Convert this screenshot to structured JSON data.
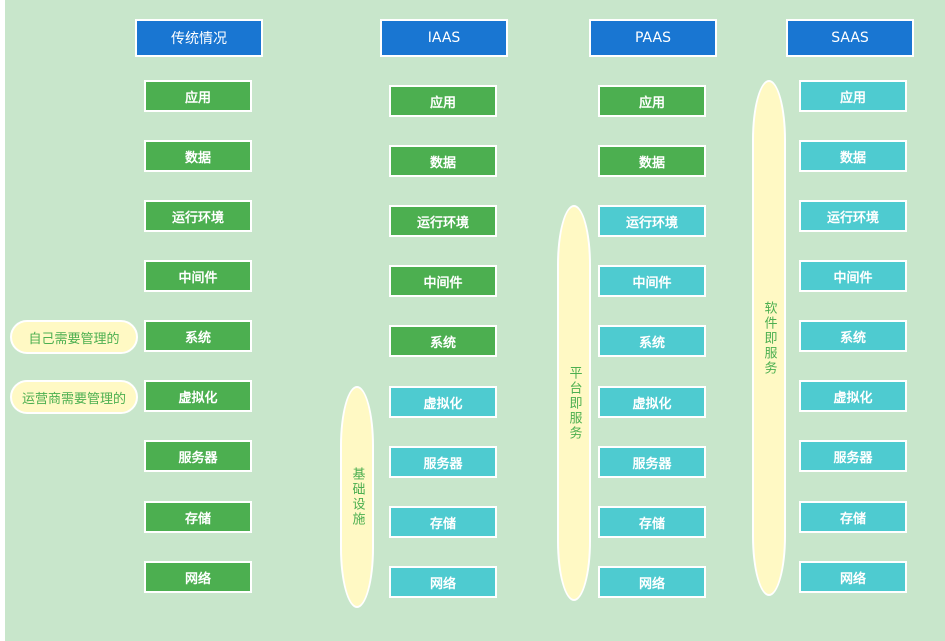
{
  "headers": {
    "traditional": "传统情况",
    "iaas": "IAAS",
    "paas": "PAAS",
    "saas": "SAAS"
  },
  "layers": [
    "应用",
    "数据",
    "运行环境",
    "中间件",
    "系统",
    "虚拟化",
    "服务器",
    "存储",
    "网络"
  ],
  "side_labels": {
    "self_managed": "自己需要管理的",
    "provider_managed": "运营商需要管理的"
  },
  "pills": {
    "iaas": "基础设施",
    "paas": "平台即服务",
    "saas": "软件即服务"
  },
  "colors": {
    "header": "#1976d2",
    "self_managed_layer": "#4caf50",
    "provider_managed_layer": "#4ecbd0",
    "pill": "#fff9c4",
    "background": "#c8e6cb"
  }
}
